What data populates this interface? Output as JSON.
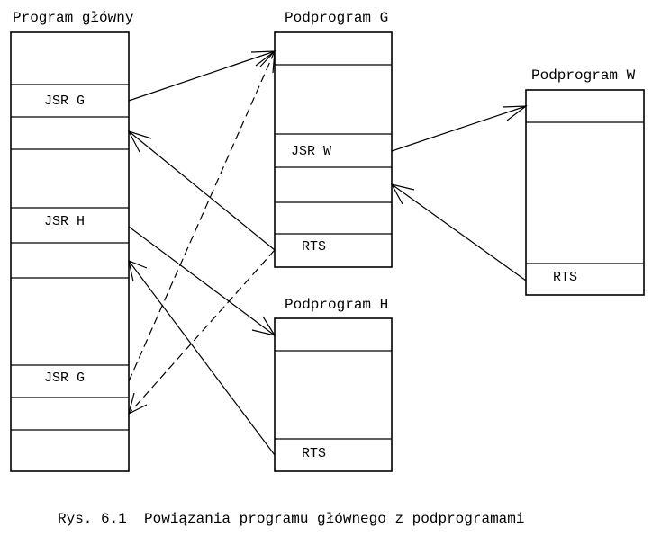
{
  "diagram": {
    "main": {
      "title": "Program główny",
      "jsr_g_1": "JSR G",
      "jsr_h": "JSR H",
      "jsr_g_2": "JSR G"
    },
    "sub_g": {
      "title": "Podprogram G",
      "jsr_w": "JSR W",
      "rts": "RTS"
    },
    "sub_h": {
      "title": "Podprogram H",
      "rts": "RTS"
    },
    "sub_w": {
      "title": "Podprogram W",
      "rts": "RTS"
    },
    "caption": "Rys. 6.1  Powiązania programu głównego z podprogramami"
  }
}
